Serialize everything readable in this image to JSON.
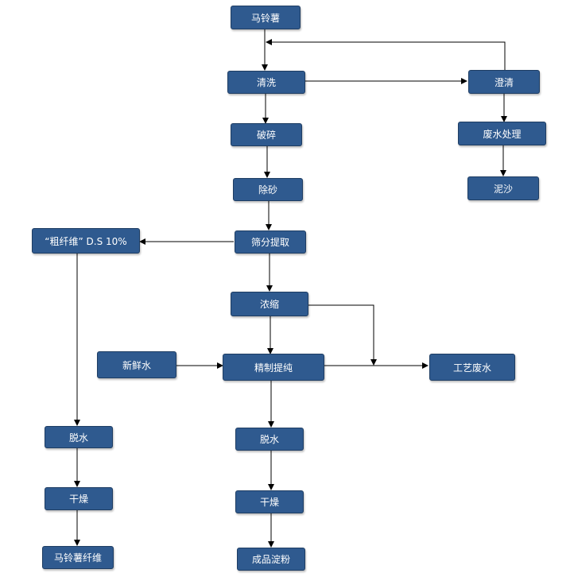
{
  "nodes": {
    "potato": "马铃薯",
    "wash": "清洗",
    "clarify": "澄清",
    "crush": "破碎",
    "wastewater_treatment": "废水处理",
    "desand": "除砂",
    "sludge": "泥沙",
    "coarse_fiber": "“粗纤维” D.S 10%",
    "sieve_extract": "筛分提取",
    "concentrate": "浓缩",
    "fresh_water": "新鲜水",
    "refine": "精制提纯",
    "process_wastewater": "工艺废水",
    "dewater_left": "脱水",
    "dewater_center": "脱水",
    "dry_left": "干燥",
    "dry_center": "干燥",
    "potato_fiber": "马铃薯纤维",
    "starch_product": "成品淀粉"
  },
  "colors": {
    "node_fill": "#2f5a8f",
    "node_border": "#1e3d63",
    "node_text": "#ffffff",
    "edge": "#000000"
  }
}
